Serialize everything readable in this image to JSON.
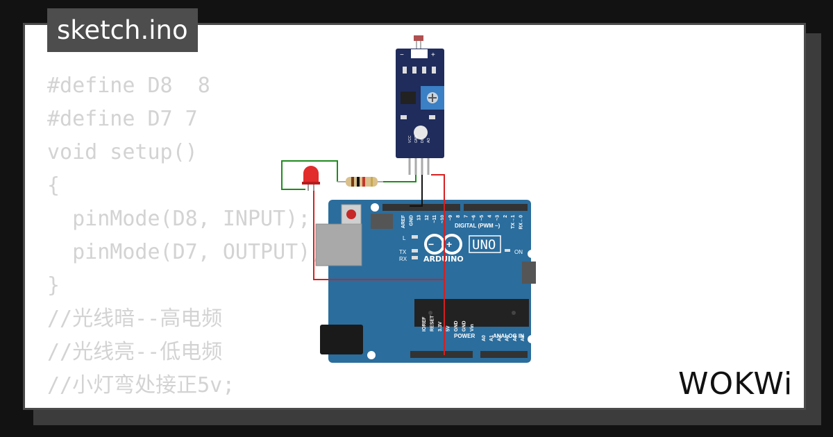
{
  "app": {
    "brand": "WOKWi"
  },
  "editor": {
    "file_tab": "sketch.ino",
    "code_lines": [
      "#define D8  8",
      "#define D7 7",
      "void setup()",
      "{",
      "  pinMode(D8, INPUT);",
      "  pinMode(D7, OUTPUT);",
      "}",
      "//光线暗--高电频",
      "//光线亮--低电频",
      "//小灯弯处接正5v;"
    ]
  },
  "board": {
    "model": "UNO",
    "brand": "ARDUINO",
    "on_label": "ON",
    "l_label": "L",
    "tx_label": "TX",
    "rx_label": "RX",
    "digital_label": "DIGITAL (PWM ~)",
    "power_label": "POWER",
    "analog_label": "ANALOG IN",
    "digital_pins": [
      "AREF",
      "GND",
      "13",
      "12",
      "~11",
      "~10",
      "~9",
      "8",
      "7",
      "~6",
      "~5",
      "4",
      "~3",
      "2",
      "TX→1",
      "RX←0"
    ],
    "power_pins": [
      "IOREF",
      "RESET",
      "3.3V",
      "5V",
      "GND",
      "GND",
      "Vin"
    ],
    "analog_pins": [
      "A0",
      "A1",
      "A2",
      "A3",
      "A4",
      "A5"
    ]
  },
  "sensor": {
    "pins": [
      "VCC",
      "GND",
      "DO",
      "AO"
    ],
    "left_sign": "−",
    "right_sign": "+"
  },
  "colors": {
    "board": "#2b6d9d",
    "sensor_pcb": "#1f2c5c",
    "wire_red": "#d61f1f",
    "wire_green": "#1f8a1f",
    "wire_black": "#111111",
    "code_text": "#d3d3d3",
    "tab_bg": "#4d4d4d"
  }
}
